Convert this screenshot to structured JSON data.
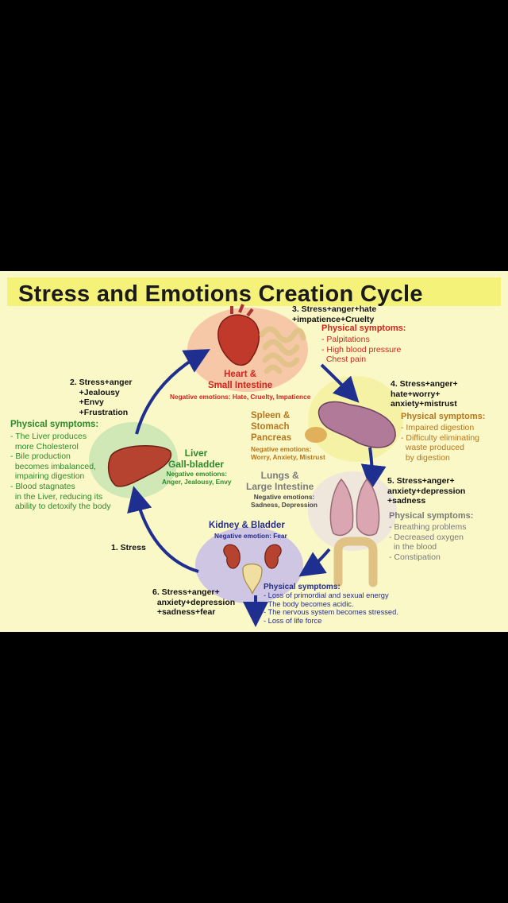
{
  "title": "Stress and Emotions Creation Cycle",
  "organs": {
    "heart": {
      "name": "Heart &\nSmall Intestine",
      "negative": "Negative emotions: Hate, Cruelty, Impatience"
    },
    "liver": {
      "name": "Liver\nGall-bladder",
      "negative": "Negative emotions:\nAnger, Jealousy, Envy"
    },
    "spleen": {
      "name": "Spleen &\nStomach\nPancreas",
      "negative": "Negative emotions:\nWorry, Anxiety, Mistrust"
    },
    "lungs": {
      "name": "Lungs &\nLarge Intestine",
      "negative": "Negative emotions:\nSadness, Depression"
    },
    "kidney": {
      "name": "Kidney & Bladder",
      "negative": "Negative emotion: Fear"
    }
  },
  "stages": {
    "s1": "1. Stress",
    "s2": "2. Stress+anger\n    +Jealousy\n    +Envy\n    +Frustration",
    "s3": "3. Stress+anger+hate\n+impatience+Cruelty",
    "s4": "4. Stress+anger+\nhate+worry+\nanxiety+mistrust",
    "s5": "5. Stress+anger+\nanxiety+depression\n+sadness",
    "s6": "6. Stress+anger+\n  anxiety+depression\n  +sadness+fear"
  },
  "symptoms": {
    "liver": {
      "heading": "Physical symptoms:",
      "items": "- The Liver produces\n  more Cholesterol\n- Bile production\n  becomes imbalanced,\n  impairing digestion\n- Blood stagnates\n  in the Liver, reducing its\n  ability to detoxify the body"
    },
    "heart": {
      "heading": "Physical symptoms:",
      "items": "- Palpitations\n- High blood pressure\n  Chest pain"
    },
    "spleen": {
      "heading": "Physical symptoms:",
      "items": "- Impaired digestion\n- Difficulty eliminating\n  waste produced\n  by digestion"
    },
    "lungs": {
      "heading": "Physical symptoms:",
      "items": "- Breathing problems\n- Decreased oxygen\n  in the blood\n- Constipation"
    },
    "kidney": {
      "heading": "Physical symptoms:",
      "items": "- Loss of primordial and sexual energy\n- The body becomes acidic.\n- The nervous system becomes stressed.\n- Loss of life force"
    }
  },
  "colors": {
    "red": "#d0241c",
    "green": "#2b8a2b",
    "orange": "#b8761b",
    "navy": "#232c8e",
    "arrow": "#1f2f8f",
    "title_bar": "#f5f27a",
    "background": "#fbf8c8"
  }
}
